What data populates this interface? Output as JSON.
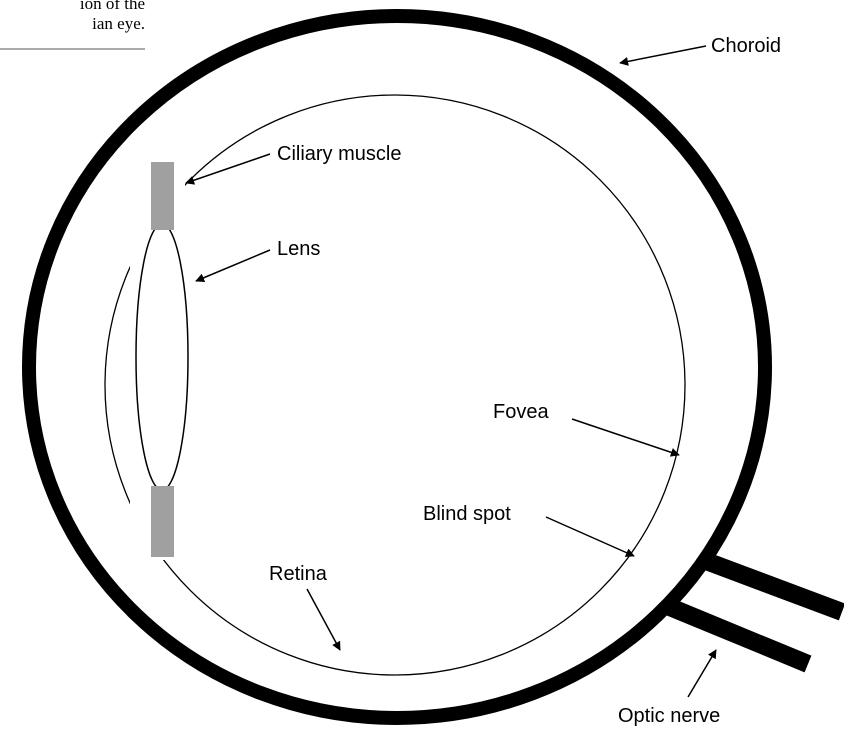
{
  "caption": {
    "line1": "ion of the",
    "line2": "ian eye."
  },
  "labels": {
    "choroid": "Choroid",
    "ciliary_muscle": "Ciliary muscle",
    "lens": "Lens",
    "fovea": "Fovea",
    "blind_spot": "Blind spot",
    "retina": "Retina",
    "optic_nerve": "Optic nerve"
  },
  "colors": {
    "outline": "#000000",
    "ciliary_muscle": "#a0a0a0",
    "caption_rule": "#aaaaaa"
  }
}
